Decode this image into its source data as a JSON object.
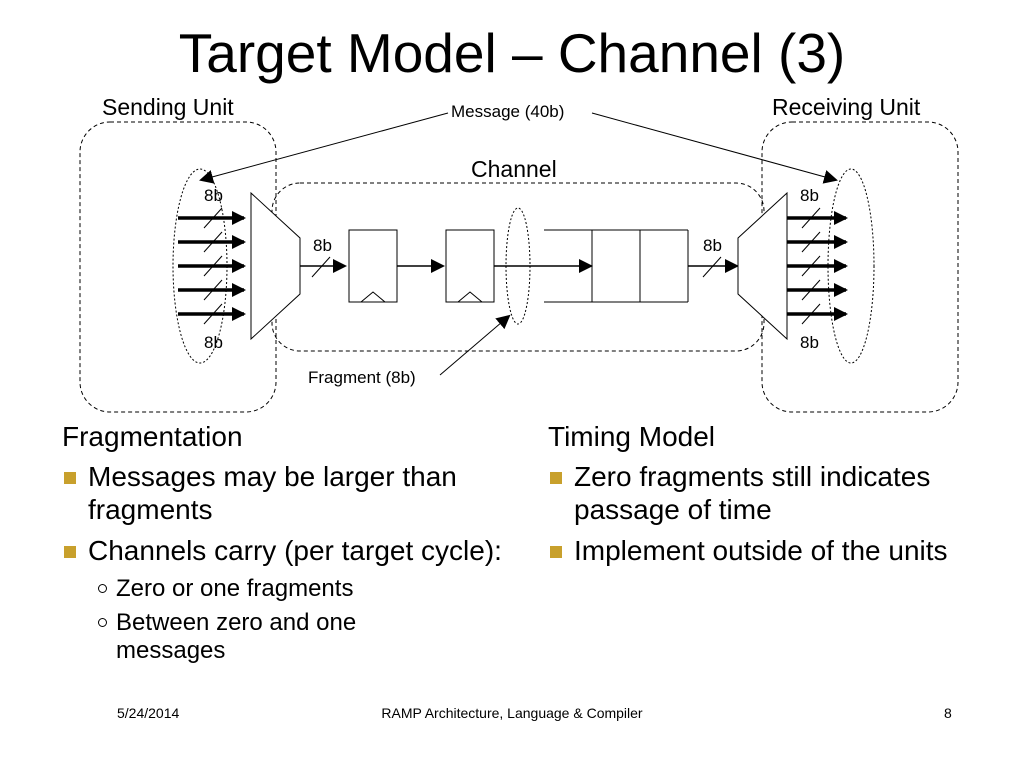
{
  "slide": {
    "title": "Target Model – Channel (3)"
  },
  "diagram": {
    "sending_unit": "Sending Unit",
    "receiving_unit": "Receiving Unit",
    "message": "Message (40b)",
    "channel": "Channel",
    "fragment": "Fragment (8b)",
    "width_labels": {
      "left_top": "8b",
      "left_bottom": "8b",
      "channel_in": "8b",
      "channel_out": "8b",
      "right_top": "8b",
      "right_bottom": "8b"
    }
  },
  "left_column": {
    "heading": "Fragmentation",
    "bullets": [
      "Messages may be larger than fragments",
      "Channels carry (per target cycle):"
    ],
    "sub_bullets": [
      "Zero or one fragments",
      "Between zero and one messages"
    ]
  },
  "right_column": {
    "heading": "Timing Model",
    "bullets": [
      "Zero fragments still indicates passage of time",
      "Implement outside of the units"
    ]
  },
  "footer": {
    "date": "5/24/2014",
    "center": "RAMP Architecture, Language & Compiler",
    "page": "8"
  },
  "colors": {
    "bullet": "#c8a02c"
  }
}
